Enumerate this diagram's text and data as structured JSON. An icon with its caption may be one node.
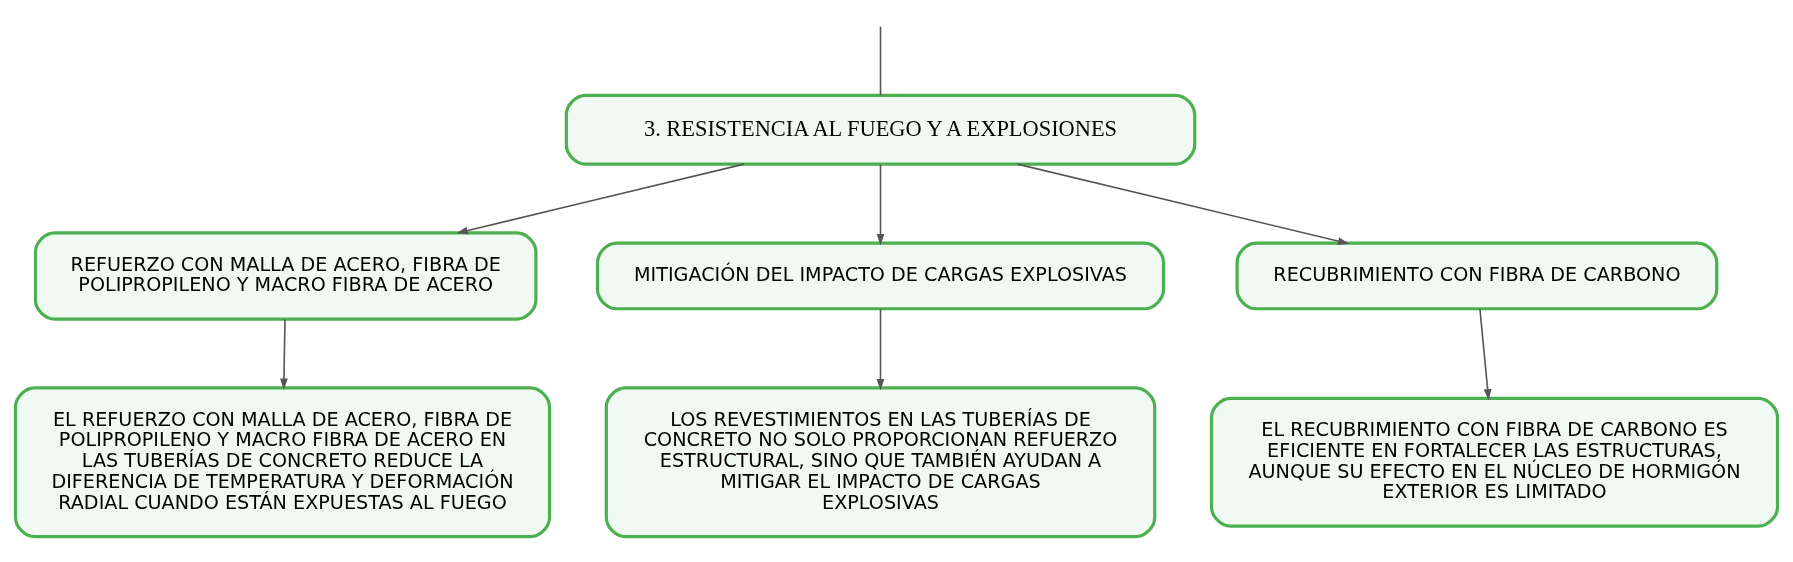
{
  "diagram": {
    "nodes": [
      {
        "text": [
          "3. RESISTENCIA AL FUEGO Y A EXPLOSIONES"
        ]
      },
      {
        "text": [
          "REFUERZO CON MALLA DE ACERO, FIBRA DE POLIPROPILENO Y MACRO FIBRA DE ACERO"
        ]
      },
      {
        "text": [
          "MITIGACIÓN DEL IMPACTO DE CARGAS EXPLOSIVAS"
        ]
      },
      {
        "text": [
          "RECUBRIMIENTO CON FIBRA DE CARBONO"
        ]
      },
      {
        "text": [
          "EL REFUERZO CON MALLA DE ACERO, FIBRA DE POLIPROPILENO Y MACRO FIBRA DE ACERO EN LAS TUBERÍAS DE CONCRETO REDUCE LA DIFERENCIA DE TEMPERATURA Y DEFORMACIÓN RADIAL CUANDO ESTÁN EXPUESTAS AL FUEGO"
        ]
      },
      {
        "text": [
          "LOS REVESTIMIENTOS EN LAS TUBERÍAS DE CONCRETO NO SOLO PROPORCIONAN REFUERZO ESTRUCTURAL, SINO QUE TAMBIÉN AYUDAN A MITIGAR EL IMPACTO DE CARGAS EXPLOSIVAS"
        ]
      },
      {
        "text": [
          "EL RECUBRIMIENTO CON FIBRA DE CARBONO ES EFICIENTE EN FORTALECER LAS ESTRUCTURAS, AUNQUE SU EFECTO EN EL NÚCLEO DE HORMIGÓN EXTERIOR ES LIMITADO"
        ]
      }
    ],
    "edges": [
      {
        "from": null,
        "to": 0,
        "arrow": "none"
      },
      {
        "from": 0,
        "to": 1,
        "arrow": "to"
      },
      {
        "from": 0,
        "to": 2,
        "arrow": "to"
      },
      {
        "from": 0,
        "to": 3,
        "arrow": "to"
      },
      {
        "from": 1,
        "to": 4,
        "arrow": "to"
      },
      {
        "from": 2,
        "to": 5,
        "arrow": "to"
      },
      {
        "from": 3,
        "to": 6,
        "arrow": "to"
      }
    ]
  }
}
